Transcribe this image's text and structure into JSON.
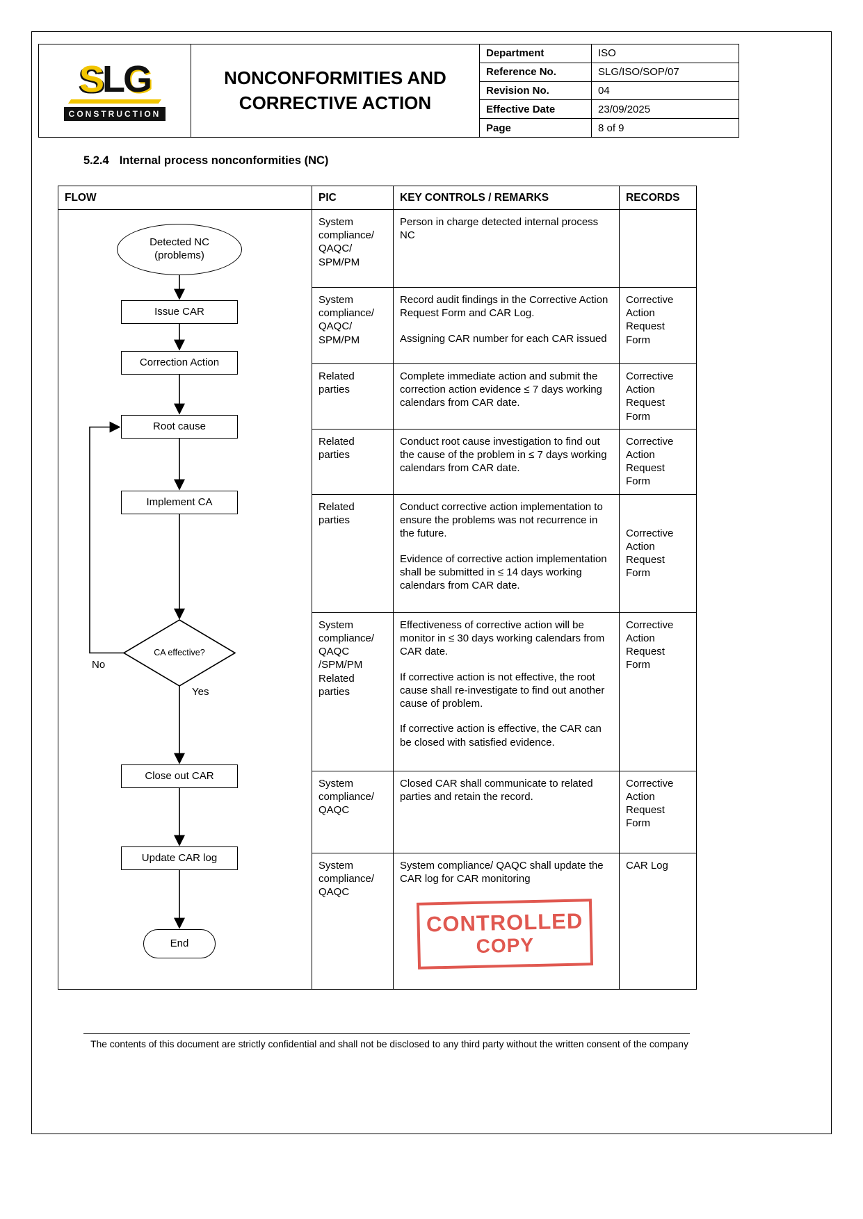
{
  "header": {
    "logo": {
      "name_s": "S",
      "name_l": "L",
      "name_g": "G",
      "sub": "CONSTRUCTION"
    },
    "title": {
      "line1": "NONCONFORMITIES AND",
      "line2": "CORRECTIVE ACTION"
    },
    "info": [
      {
        "label": "Department",
        "value": "ISO"
      },
      {
        "label": "Reference No.",
        "value": "SLG/ISO/SOP/07"
      },
      {
        "label": "Revision No.",
        "value": "04"
      },
      {
        "label": "Effective Date",
        "value": "23/09/2025"
      },
      {
        "label": "Page",
        "value": "8 of 9"
      }
    ]
  },
  "section": {
    "number": "5.2.4",
    "title": "Internal process nonconformities (NC)"
  },
  "table": {
    "headers": [
      "FLOW",
      "PIC",
      "KEY CONTROLS / REMARKS",
      "RECORDS"
    ],
    "rows": [
      {
        "pic": "System compliance/ QAQC/ SPM/PM",
        "key": [
          "Person in charge detected internal process NC"
        ],
        "records": ""
      },
      {
        "pic": "System compliance/ QAQC/ SPM/PM",
        "key": [
          "Record audit findings in the Corrective Action Request Form and CAR Log.",
          "Assigning CAR number for each CAR issued"
        ],
        "records": "Corrective Action Request Form"
      },
      {
        "pic": "Related parties",
        "key": [
          "Complete immediate action and submit the correction action evidence ≤ 7 days working calendars from CAR date."
        ],
        "records": "Corrective Action Request Form"
      },
      {
        "pic": "Related parties",
        "key": [
          "Conduct root cause investigation to find out the cause of the problem in ≤ 7 days working calendars from CAR date."
        ],
        "records": "Corrective Action Request Form"
      },
      {
        "pic": "Related parties",
        "key": [
          "Conduct corrective action implementation to ensure the problems was not recurrence in the future.",
          "Evidence of corrective action implementation shall be submitted in ≤ 14 days working calendars from CAR date."
        ],
        "records": "Corrective Action Request Form"
      },
      {
        "pic": "System compliance/ QAQC /SPM/PM Related parties",
        "key": [
          "Effectiveness of corrective action will be monitor in ≤ 30 days working calendars from CAR date.",
          "If corrective action is not effective, the root cause shall re-investigate to find out another cause of problem.",
          "If corrective action is effective, the CAR can be closed with satisfied evidence."
        ],
        "records": "Corrective Action Request Form"
      },
      {
        "pic": "System compliance/ QAQC",
        "key": [
          "Closed CAR shall communicate to related parties and retain the record."
        ],
        "records": "Corrective Action Request Form"
      },
      {
        "pic": "System compliance/ QAQC",
        "key": [
          "System compliance/ QAQC shall update the CAR log for CAR monitoring"
        ],
        "records": "CAR Log"
      }
    ]
  },
  "flowchart": {
    "nodes": {
      "start": "Detected NC (problems)",
      "issue_car": "Issue CAR",
      "correction_action": "Correction Action",
      "root_cause": "Root cause",
      "implement_ca": "Implement CA",
      "decision": "CA effective?",
      "close_out": "Close out CAR",
      "update_log": "Update CAR log",
      "end": "End"
    },
    "labels": {
      "no": "No",
      "yes": "Yes"
    }
  },
  "stamp": {
    "line1": "CONTROLLED",
    "line2": "COPY",
    "color": "#de4a42"
  },
  "footer": {
    "text": "The contents of this document are strictly confidential and shall not be disclosed to any third party without the written consent of the company"
  }
}
